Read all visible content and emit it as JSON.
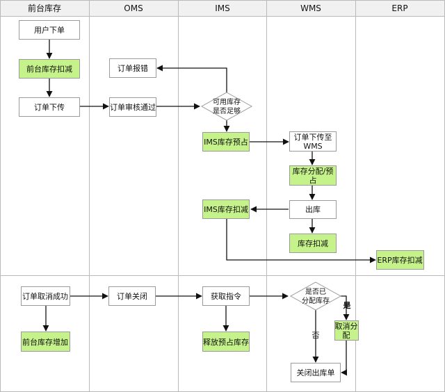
{
  "lanes": [
    "前台库存",
    "OMS",
    "IMS",
    "WMS",
    "ERP"
  ],
  "nodes": {
    "user_order": "用户下单",
    "front_stock_deduct": "前台库存扣减",
    "order_send": "订单下传",
    "order_error": "订单报错",
    "order_review": "订单审核通过",
    "stock_enough": [
      "可用库存",
      "是否足够"
    ],
    "ims_preoccupy": "IMS库存预占",
    "order_to_wms": [
      "订单下传至",
      "WMS"
    ],
    "allocate": [
      "库存分配/预",
      "占"
    ],
    "ship_out": "出库",
    "ims_deduct": "IMS库存扣减",
    "wms_deduct": "库存扣减",
    "erp_deduct": "ERP库存扣减",
    "cancel_success": "订单取消成功",
    "front_stock_add": "前台库存增加",
    "order_close": "订单关闭",
    "get_command": "获取指令",
    "release_preoccupy": "释放预占库存",
    "allocated_check": [
      "是否已",
      "分配库存"
    ],
    "cancel_alloc": [
      "取消分",
      "配"
    ],
    "close_outbound": "关闭出库单"
  },
  "edge_labels": {
    "yes": "是",
    "no": "否"
  },
  "colors": {
    "green": "#c5f28a",
    "header": "#f1f1f1",
    "border": "#b9b9b9"
  }
}
